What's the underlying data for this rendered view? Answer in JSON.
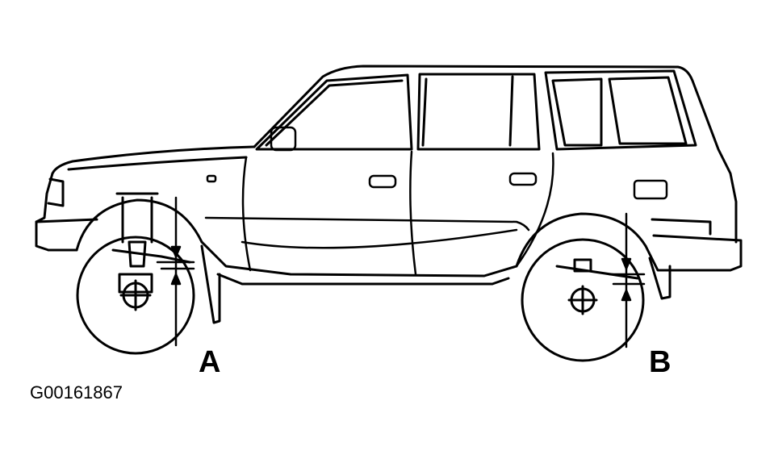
{
  "labels": {
    "front_measurement": "A",
    "rear_measurement": "B"
  },
  "figure_id": "G00161867",
  "colors": {
    "ink": "#000000",
    "paper": "#ffffff"
  }
}
